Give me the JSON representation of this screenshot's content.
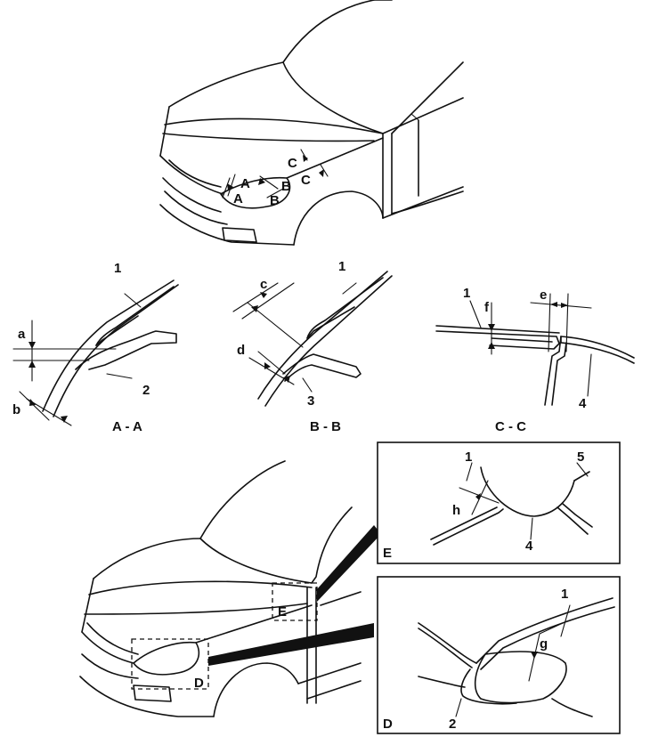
{
  "diagram": {
    "top_view_markers": {
      "a": "A",
      "b": "B",
      "c": "C"
    },
    "sections": [
      {
        "caption": "A - A",
        "part": "1",
        "part2": "2",
        "dim1": "a",
        "dim2": "b"
      },
      {
        "caption": "B - B",
        "part": "1",
        "part2": "3",
        "dim1": "c",
        "dim2": "d"
      },
      {
        "caption": "C - C",
        "part": "1",
        "part2": "4",
        "dim1": "e",
        "dim2": "f"
      }
    ],
    "detail_e": {
      "letter": "E",
      "part1": "1",
      "part2": "4",
      "part3": "5",
      "dim": "h"
    },
    "detail_d": {
      "letter": "D",
      "part1": "1",
      "part2": "2",
      "dim": "g"
    },
    "bottom_view_markers": {
      "d": "D",
      "e": "E"
    }
  }
}
